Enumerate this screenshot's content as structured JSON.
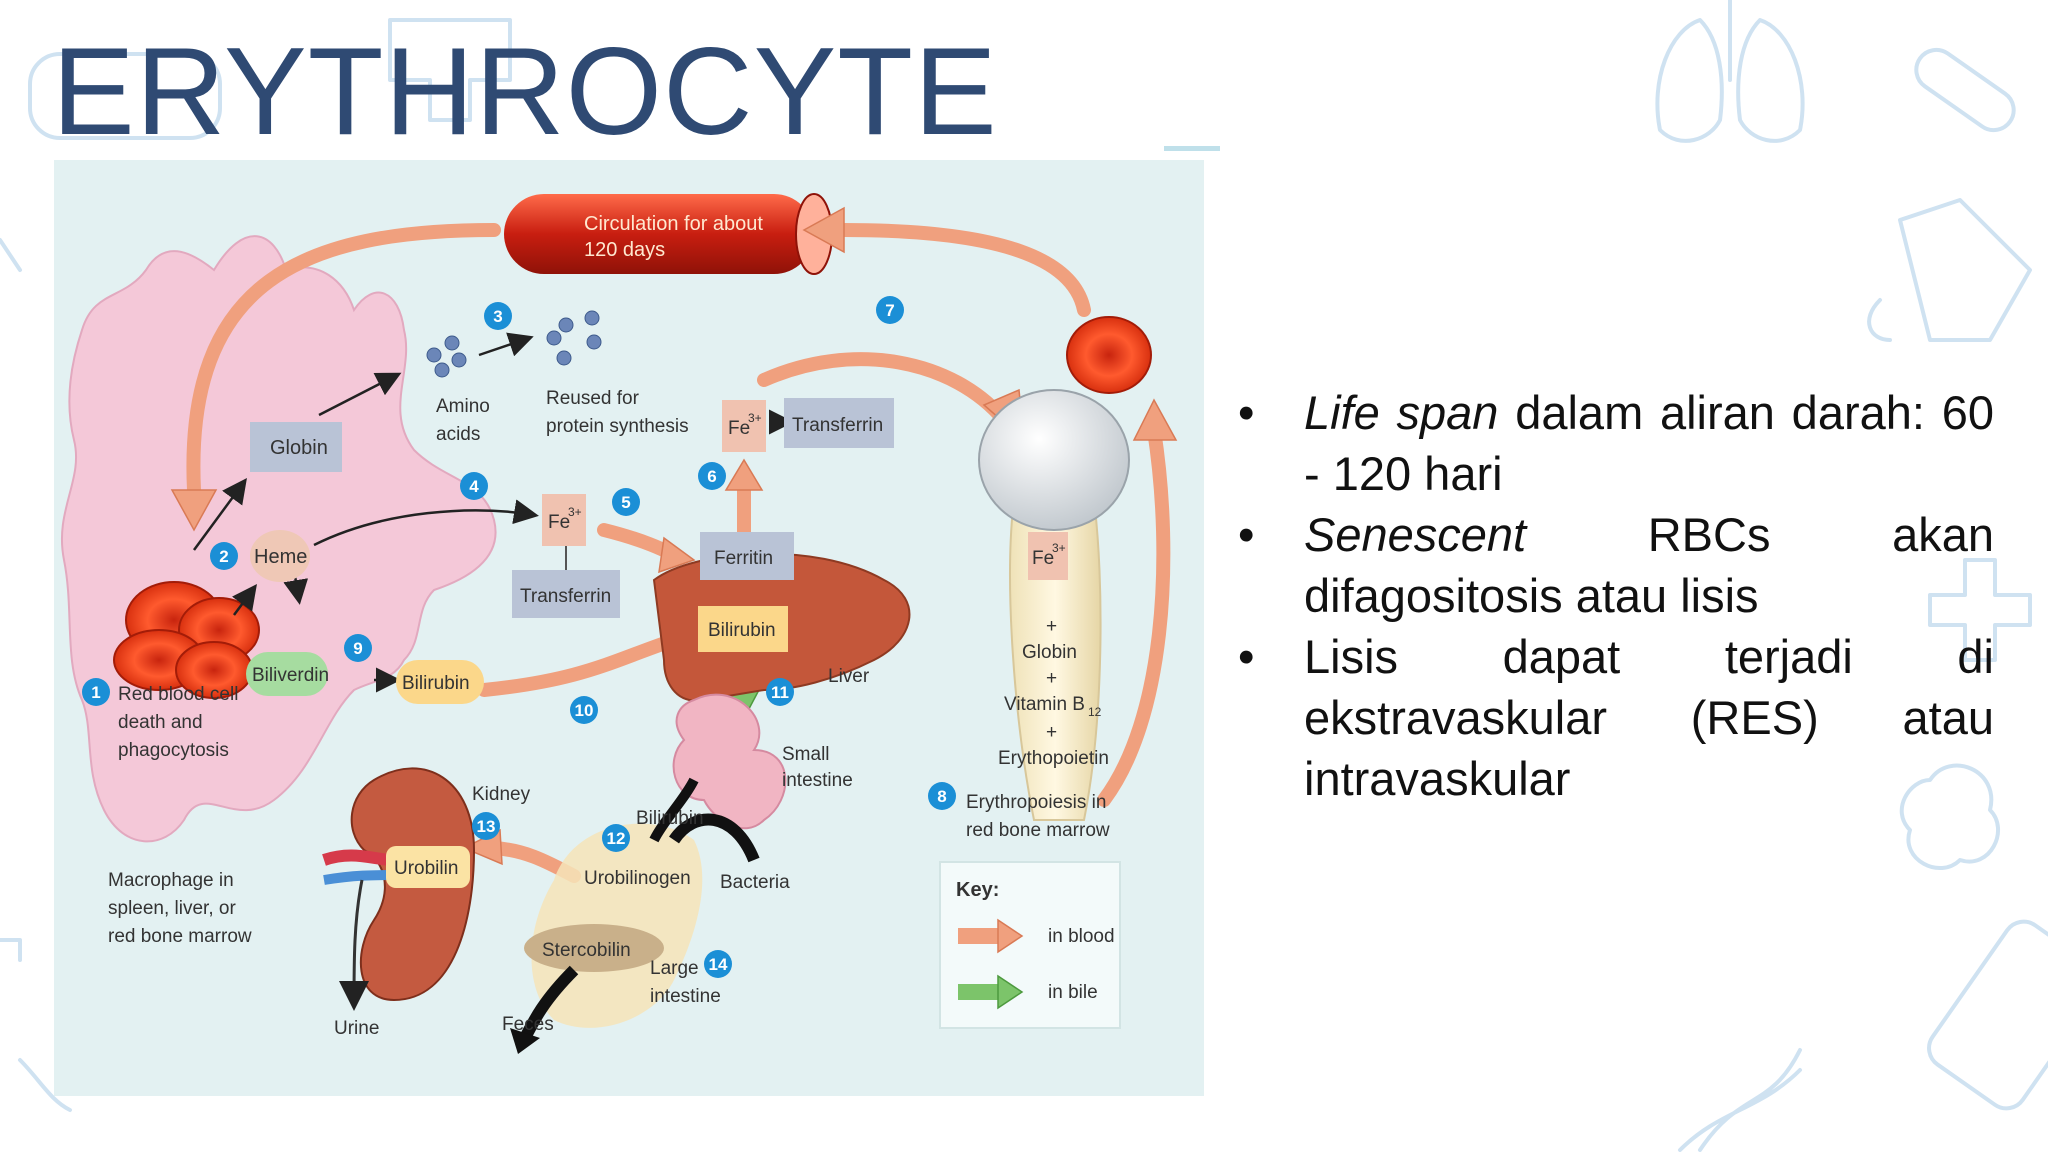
{
  "slide": {
    "title": "ERYTHROCYTE"
  },
  "diagram": {
    "circulation_label": [
      "Circulation for about",
      "120 days"
    ],
    "steps": {
      "s1": "1",
      "s2": "2",
      "s3": "3",
      "s4": "4",
      "s5": "5",
      "s6": "6",
      "s7": "7",
      "s8": "8",
      "s9": "9",
      "s10": "10",
      "s11": "11",
      "s12": "12",
      "s13": "13",
      "s14": "14"
    },
    "labels": {
      "rbc_death": [
        "Red blood cell",
        "death and",
        "phagocytosis"
      ],
      "globin": "Globin",
      "heme": "Heme",
      "biliverdin": "Biliverdin",
      "bilirubin_macrophage": "Bilirubin",
      "amino_acids": [
        "Amino",
        "acids"
      ],
      "reused": [
        "Reused for",
        "protein synthesis"
      ],
      "fe_left": "Fe",
      "fe_sup": "3+",
      "transferrin_left": "Transferrin",
      "fe_top": "Fe",
      "transferrin_top": "Transferrin",
      "ferritin": "Ferritin",
      "bilirubin_liver": "Bilirubin",
      "liver": "Liver",
      "small_intestine": [
        "Small",
        "intestine"
      ],
      "bone_fe": "Fe",
      "plus": "+",
      "bone_globin": "Globin",
      "vitamin": "Vitamin B",
      "vitamin_sub": "12",
      "erythropoietin": "Erythopoietin",
      "erythropoiesis": [
        "Erythropoiesis in",
        "red bone marrow"
      ],
      "kidney": "Kidney",
      "urobilin": "Urobilin",
      "urine": "Urine",
      "bilirubin_intestine": "Bilirubin",
      "urobilinogen": "Urobilinogen",
      "bacteria": "Bacteria",
      "stercobilin": "Stercobilin",
      "large_intestine": [
        "Large",
        "intestine"
      ],
      "feces": "Feces",
      "macrophage": [
        "Macrophage in",
        "spleen, liver, or",
        "red bone marrow"
      ]
    },
    "key": {
      "title": "Key:",
      "blood": "in blood",
      "bile": "in bile"
    },
    "colors": {
      "blood_arrow": "#f0a07e",
      "bile_arrow": "#7cc46a",
      "macrophage": "#f4c8d8",
      "background": "#e3f1f2",
      "step_badge": "#1b8fd6"
    }
  },
  "bullets": [
    {
      "italic": "Life span",
      "text": " dalam aliran darah: 60 - 120 hari"
    },
    {
      "italic": "Senescent",
      "text": " RBCs akan difagositosis atau lisis"
    },
    {
      "italic": "",
      "text": "Lisis dapat terjadi di ekstravaskular (RES) atau intravaskular"
    }
  ]
}
